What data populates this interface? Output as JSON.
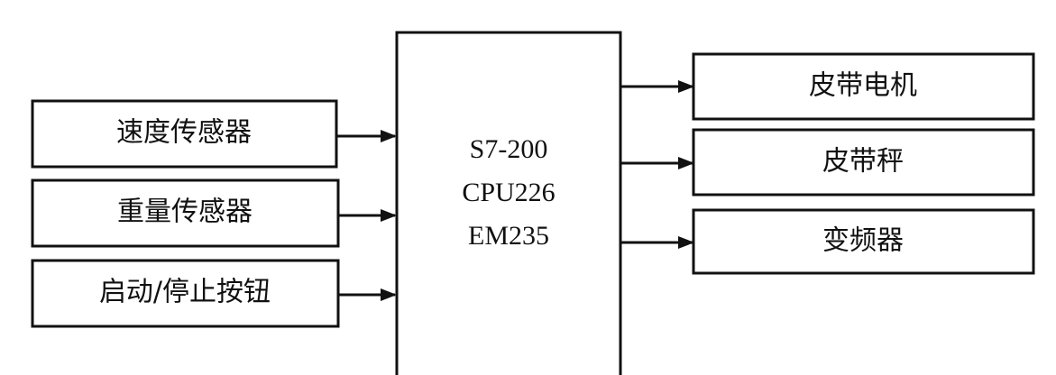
{
  "inputs": [
    {
      "label": "速度传感器"
    },
    {
      "label": "重量传感器"
    },
    {
      "label": "启动/停止按钮"
    }
  ],
  "controller": {
    "lines": [
      "S7-200",
      "CPU226",
      "EM235"
    ]
  },
  "outputs": [
    {
      "label": "皮带电机"
    },
    {
      "label": "皮带秤"
    },
    {
      "label": "变频器"
    }
  ],
  "colors": {
    "stroke": "#111111",
    "background": "#ffffff"
  }
}
